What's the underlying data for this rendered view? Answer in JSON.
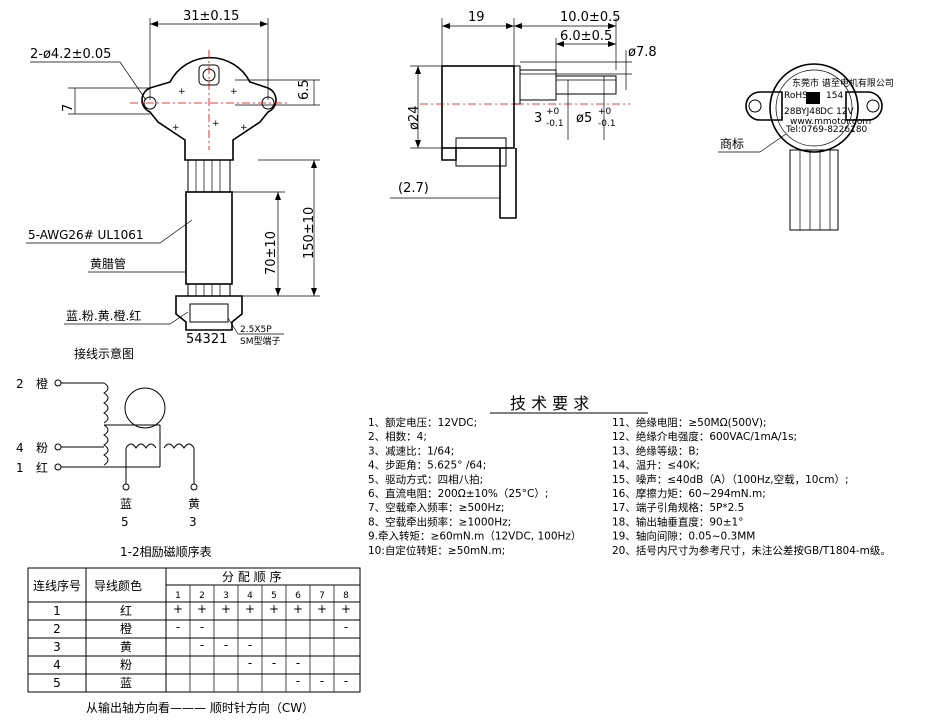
{
  "front_view": {
    "dim_mount_spacing": "31±0.15",
    "dim_mount_holes": "2-ø4.2±0.05",
    "dim_hole_offset": "7",
    "dim_shaft_offset": "6.5",
    "dim_cable_70": "70±10",
    "dim_cable_150": "150±10",
    "label_wire": "5-AWG26# UL1061",
    "label_sleeve": "黄腊管",
    "label_colors": "蓝.粉.黄.橙.红",
    "label_pins": "54321",
    "label_connector_1": "2.5X5P",
    "label_connector_2": "SM型端子",
    "label_wiring_title": "接线示意图"
  },
  "side_view": {
    "dim_19": "19",
    "dim_10": "10.0±0.5",
    "dim_6": "6.0±0.5",
    "dim_78": "ø7.8",
    "dim_24": "ø24",
    "dim_3": "3",
    "dim_3_tol_up": "+0",
    "dim_3_tol_dn": "-0.1",
    "dim_5": "ø5",
    "dim_5_tol_up": "+0",
    "dim_5_tol_dn": "-0.1",
    "dim_27": "(2.7)"
  },
  "back_view": {
    "trademark_label": "商标",
    "sticker_line1": "东莞市 谱至电机有限公司",
    "sticker_line2": "RoHS",
    "sticker_line3": "28BYJ48",
    "sticker_line4": "DC 12V",
    "sticker_line5": "www.mmotor.com",
    "sticker_line6": "Tel:0769-8226180",
    "sticker_line7": "154"
  },
  "schematic": {
    "wire_2_num": "2",
    "wire_2_color": "橙",
    "wire_4_num": "4",
    "wire_4_color": "粉",
    "wire_1_num": "1",
    "wire_1_color": "红",
    "wire_5_color": "蓝",
    "wire_5_num": "5",
    "wire_3_color": "黄",
    "wire_3_num": "3",
    "caption": "1-2相励磁顺序表"
  },
  "sequence_table": {
    "header_wire_no": "连线序号",
    "header_wire_color": "导线颜色",
    "header_sequence": "分 配 顺 序",
    "steps": [
      "1",
      "2",
      "3",
      "4",
      "5",
      "6",
      "7",
      "8"
    ],
    "rows": [
      {
        "no": "1",
        "color": "红",
        "cells": [
          "+",
          "+",
          "+",
          "+",
          "+",
          "+",
          "+",
          "+"
        ]
      },
      {
        "no": "2",
        "color": "橙",
        "cells": [
          "-",
          "-",
          "",
          "",
          "",
          "",
          "",
          "-"
        ]
      },
      {
        "no": "3",
        "color": "黄",
        "cells": [
          "",
          "-",
          "-",
          "-",
          "",
          "",
          "",
          ""
        ]
      },
      {
        "no": "4",
        "color": "粉",
        "cells": [
          "",
          "",
          "",
          "-",
          "-",
          "-",
          "",
          ""
        ]
      },
      {
        "no": "5",
        "color": "蓝",
        "cells": [
          "",
          "",
          "",
          "",
          "",
          "-",
          "-",
          "-"
        ]
      }
    ],
    "footer": "从输出轴方向看——— 顺时针方向（CW）"
  },
  "tech": {
    "title": "技  术  要  求",
    "left": [
      "1、额定电压：12VDC;",
      "2、相数：4;",
      "3、减速比：1/64;",
      "4、步距角：5.625° /64;",
      "5、驱动方式：四相八拍;",
      "6、直流电阻：200Ω±10%（25°C）;",
      "7、空载牵入频率：≥500Hz;",
      "8、空载牵出频率：≥1000Hz;",
      "9.牵入转矩：≥60mN.m（12VDC, 100Hz）",
      "10:自定位转矩：≥50mN.m;"
    ],
    "right": [
      "11、绝缘电阻：≥50MΩ(500V);",
      "12、绝缘介电强度：600VAC/1mA/1s;",
      "13、绝缘等级：B;",
      "14、温升：≤40K;",
      "15、噪声：≤40dB（A）（100Hz,空载，10cm）;",
      "16、摩擦力矩：60~294mN.m;",
      "17、端子引角规格：5P*2.5",
      "18、输出轴垂直度：90±1°",
      "19、轴向间隙：0.05~0.3MM",
      "20、括号内尺寸为参考尺寸，未注公差按GB/T1804-m级。"
    ]
  }
}
